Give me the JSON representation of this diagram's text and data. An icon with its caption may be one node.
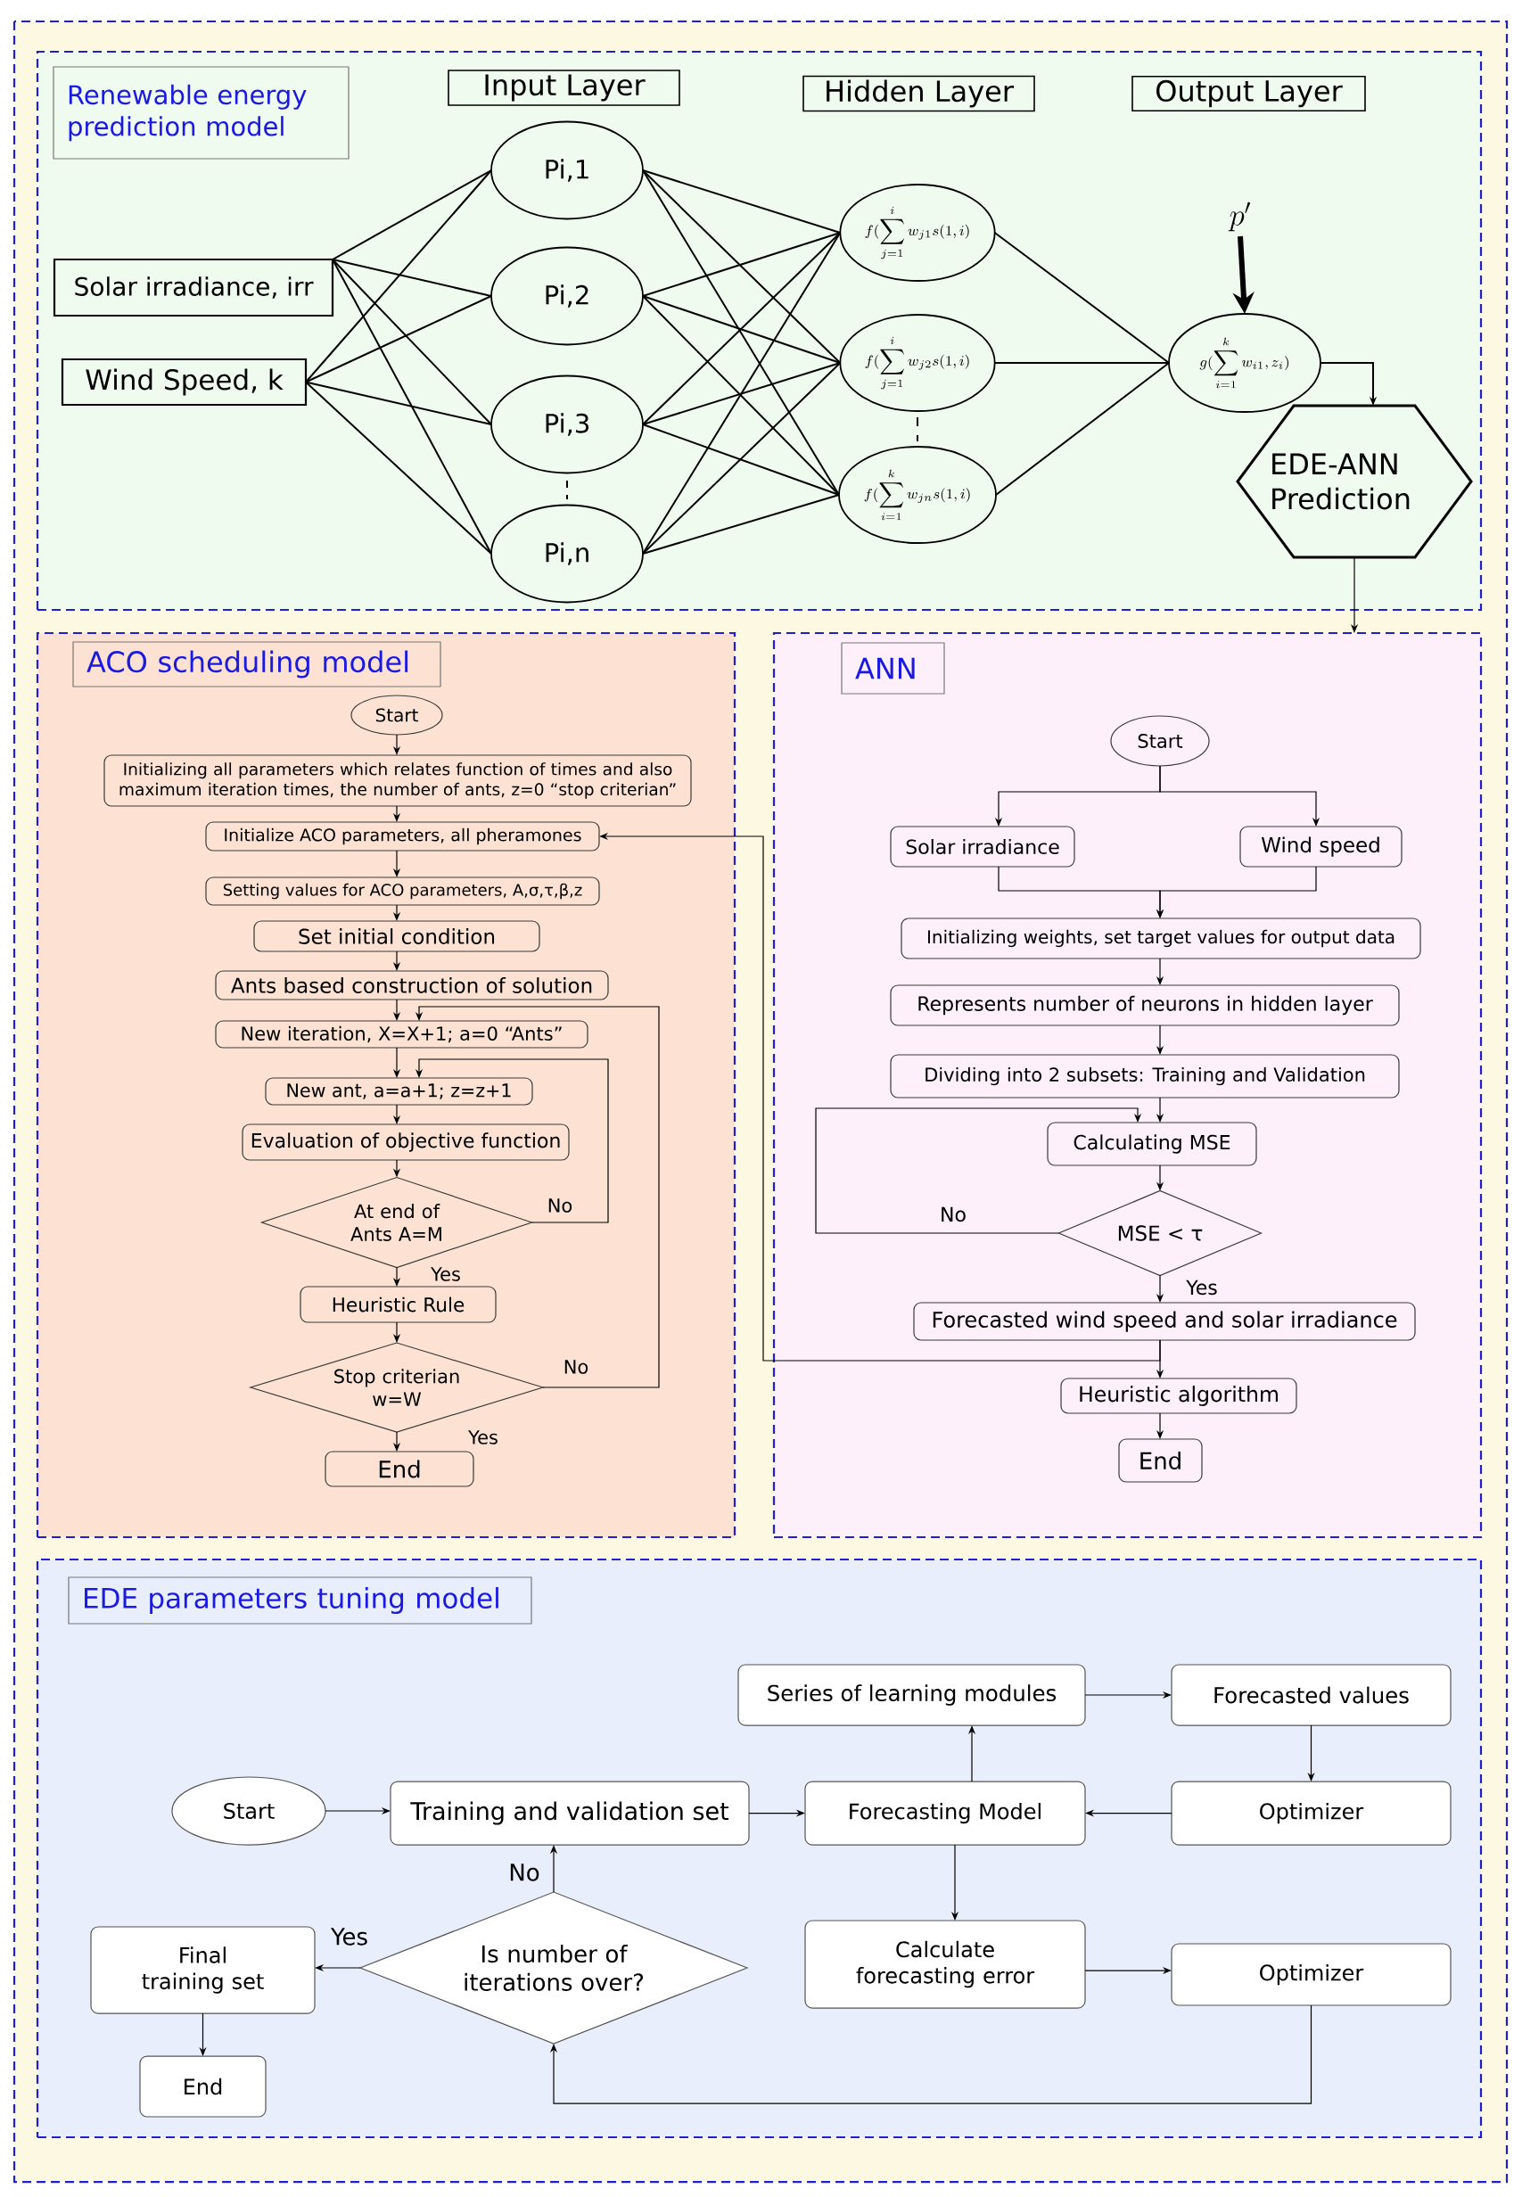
{
  "diagram": {
    "nodes": [
      {
        "text": [
          "Renewable energy prediction model"
        ]
      },
      {
        "text": [
          "Input Layer"
        ],
        "in": 0
      },
      {
        "text": [
          "Hidden Layer"
        ],
        "in": 0
      },
      {
        "text": [
          "Output Layer"
        ],
        "in": 0
      },
      {
        "text": [
          "Solar irradiance, irr"
        ],
        "in": 0
      },
      {
        "text": [
          "Wind Speed, k"
        ],
        "in": 0
      },
      {
        "text": [
          "Pi,1"
        ],
        "in": 0
      },
      {
        "text": [
          "Pi,2"
        ],
        "in": 0
      },
      {
        "text": [
          "Pi,3"
        ],
        "in": 0
      },
      {
        "text": [
          "Pi,n"
        ],
        "in": 0
      },
      {
        "text": [
          "f(\\sum_{j=1}^{i} w_{j1}s(1,i)"
        ],
        "in": 0
      },
      {
        "text": [
          "f(\\sum_{j=1}^{i} w_{j2}s(1,i)"
        ],
        "in": 0
      },
      {
        "text": [
          "f(\\sum_{i=1}^{k} w_{jn}s(1,i)"
        ],
        "in": 0
      },
      {
        "text": [
          "p'"
        ],
        "in": 0
      },
      {
        "text": [
          "g(\\sum_{i=1}^{k} w_{i1}, z_i)"
        ],
        "in": 0
      },
      {
        "text": [
          "EDE-ANN Prediction"
        ],
        "in": 0
      },
      {
        "text": [
          "ACO scheduling model"
        ]
      },
      {
        "text": [
          "Start"
        ],
        "in": 16
      },
      {
        "text": [
          "Initializing all parameters which relates function of times and also maximum iteration times, the number of ants, z=0 “stop criterian”"
        ],
        "in": 16
      },
      {
        "text": [
          "Initialize ACO parameters, all pheramones"
        ],
        "in": 16
      },
      {
        "text": [
          "Setting values for ACO parameters, A,σ,τ,β,z"
        ],
        "in": 16
      },
      {
        "text": [
          "Set initial condition"
        ],
        "in": 16
      },
      {
        "text": [
          "Ants based construction of solution"
        ],
        "in": 16
      },
      {
        "text": [
          "New iteration, X=X+1; a=0 “Ants”"
        ],
        "in": 16
      },
      {
        "text": [
          "New ant, a=a+1; z=z+1"
        ],
        "in": 16
      },
      {
        "text": [
          "Evaluation of objective function"
        ],
        "in": 16
      },
      {
        "text": [
          "At end of Ants A=M"
        ],
        "in": 16
      },
      {
        "text": [
          "Heuristic Rule"
        ],
        "in": 16
      },
      {
        "text": [
          "Stop criterian w=W"
        ],
        "in": 16
      },
      {
        "text": [
          "End"
        ],
        "in": 16
      },
      {
        "text": [
          "ANN"
        ]
      },
      {
        "text": [
          "Start"
        ],
        "in": 30
      },
      {
        "text": [
          "Solar irradiance"
        ],
        "in": 30
      },
      {
        "text": [
          "Wind speed"
        ],
        "in": 30
      },
      {
        "text": [
          "Initializing weights, set target values for output data"
        ],
        "in": 30
      },
      {
        "text": [
          "Represents number of neurons in hidden layer"
        ],
        "in": 30
      },
      {
        "text": [
          "Dividing into 2 subsets: Training and Validation"
        ],
        "in": 30
      },
      {
        "text": [
          "Calculating MSE"
        ],
        "in": 30
      },
      {
        "text": [
          "MSE < τ"
        ],
        "in": 30
      },
      {
        "text": [
          "Forecasted wind speed and solar irradiance"
        ],
        "in": 30
      },
      {
        "text": [
          "Heuristic algorithm"
        ],
        "in": 30
      },
      {
        "text": [
          "End"
        ],
        "in": 30
      },
      {
        "text": [
          "EDE parameters tuning model"
        ]
      },
      {
        "text": [
          "Series of learning modules"
        ],
        "in": 42
      },
      {
        "text": [
          "Forecasted values"
        ],
        "in": 42
      },
      {
        "text": [
          "Start"
        ],
        "in": 42
      },
      {
        "text": [
          "Training and validation set"
        ],
        "in": 42
      },
      {
        "text": [
          "Forecasting Model"
        ],
        "in": 42
      },
      {
        "text": [
          "Optimizer"
        ],
        "in": 42
      },
      {
        "text": [
          "Final training set"
        ],
        "in": 42
      },
      {
        "text": [
          "Is number of iterations over?"
        ],
        "in": 42
      },
      {
        "text": [
          "Calculate forecasting error"
        ],
        "in": 42
      },
      {
        "text": [
          "Optimizer"
        ],
        "in": 42
      },
      {
        "text": [
          "End"
        ],
        "in": 42
      }
    ],
    "edges": [
      {
        "from": 4,
        "to": 6,
        "arrow": "none"
      },
      {
        "from": 4,
        "to": 7,
        "arrow": "none"
      },
      {
        "from": 4,
        "to": 8,
        "arrow": "none"
      },
      {
        "from": 4,
        "to": 9,
        "arrow": "none"
      },
      {
        "from": 5,
        "to": 6,
        "arrow": "none"
      },
      {
        "from": 5,
        "to": 7,
        "arrow": "none"
      },
      {
        "from": 5,
        "to": 8,
        "arrow": "none"
      },
      {
        "from": 5,
        "to": 9,
        "arrow": "none"
      },
      {
        "from": 6,
        "to": 10,
        "arrow": "none"
      },
      {
        "from": 6,
        "to": 11,
        "arrow": "none"
      },
      {
        "from": 6,
        "to": 12,
        "arrow": "none"
      },
      {
        "from": 7,
        "to": 10,
        "arrow": "none"
      },
      {
        "from": 7,
        "to": 11,
        "arrow": "none"
      },
      {
        "from": 7,
        "to": 12,
        "arrow": "none"
      },
      {
        "from": 8,
        "to": 10,
        "arrow": "none"
      },
      {
        "from": 8,
        "to": 11,
        "arrow": "none"
      },
      {
        "from": 8,
        "to": 12,
        "arrow": "none"
      },
      {
        "from": 9,
        "to": 10,
        "arrow": "none"
      },
      {
        "from": 9,
        "to": 11,
        "arrow": "none"
      },
      {
        "from": 9,
        "to": 12,
        "arrow": "none"
      },
      {
        "from": 10,
        "to": 14,
        "arrow": "none"
      },
      {
        "from": 11,
        "to": 14,
        "arrow": "none"
      },
      {
        "from": 12,
        "to": 14,
        "arrow": "none"
      },
      {
        "from": 13,
        "to": 14,
        "arrow": "to",
        "style": "thick"
      },
      {
        "from": 14,
        "to": 15,
        "arrow": "to"
      },
      {
        "from": 15,
        "to": 30,
        "arrow": "to"
      },
      {
        "from": 17,
        "to": 18,
        "arrow": "to"
      },
      {
        "from": 18,
        "to": 19,
        "arrow": "to"
      },
      {
        "from": 19,
        "to": 20,
        "arrow": "to"
      },
      {
        "from": 20,
        "to": 21,
        "arrow": "to"
      },
      {
        "from": 21,
        "to": 22,
        "arrow": "to"
      },
      {
        "from": 22,
        "to": 23,
        "arrow": "to"
      },
      {
        "from": 23,
        "to": 24,
        "arrow": "to"
      },
      {
        "from": 24,
        "to": 25,
        "arrow": "to"
      },
      {
        "from": 25,
        "to": 26,
        "arrow": "to"
      },
      {
        "from": 26,
        "to": 27,
        "arrow": "to",
        "label": "Yes"
      },
      {
        "from": 27,
        "to": 28,
        "arrow": "to"
      },
      {
        "from": 28,
        "to": 29,
        "arrow": "to",
        "label": "Yes"
      },
      {
        "from": 26,
        "to": 24,
        "arrow": "to",
        "label": "No"
      },
      {
        "from": 28,
        "to": 23,
        "arrow": "to",
        "label": "No"
      },
      {
        "from": 31,
        "to": 32,
        "arrow": "to"
      },
      {
        "from": 31,
        "to": 33,
        "arrow": "to"
      },
      {
        "from": 32,
        "to": 34,
        "arrow": "to"
      },
      {
        "from": 33,
        "to": 34,
        "arrow": "to"
      },
      {
        "from": 34,
        "to": 35,
        "arrow": "to"
      },
      {
        "from": 35,
        "to": 36,
        "arrow": "to"
      },
      {
        "from": 36,
        "to": 37,
        "arrow": "to"
      },
      {
        "from": 37,
        "to": 38,
        "arrow": "to"
      },
      {
        "from": 38,
        "to": 39,
        "arrow": "to",
        "label": "Yes"
      },
      {
        "from": 38,
        "to": 37,
        "arrow": "to",
        "label": "No"
      },
      {
        "from": 39,
        "to": 40,
        "arrow": "to"
      },
      {
        "from": 40,
        "to": 41,
        "arrow": "to"
      },
      {
        "from": 39,
        "to": 19,
        "arrow": "to"
      },
      {
        "from": 45,
        "to": 46,
        "arrow": "to"
      },
      {
        "from": 46,
        "to": 47,
        "arrow": "to"
      },
      {
        "from": 47,
        "to": 43,
        "arrow": "to"
      },
      {
        "from": 43,
        "to": 44,
        "arrow": "to"
      },
      {
        "from": 44,
        "to": 48,
        "arrow": "to"
      },
      {
        "from": 48,
        "to": 47,
        "arrow": "to"
      },
      {
        "from": 47,
        "to": 51,
        "arrow": "to"
      },
      {
        "from": 51,
        "to": 52,
        "arrow": "to"
      },
      {
        "from": 52,
        "to": 50,
        "arrow": "to"
      },
      {
        "from": 50,
        "to": 46,
        "arrow": "to",
        "label": "No"
      },
      {
        "from": 50,
        "to": 49,
        "arrow": "to",
        "label": "Yes"
      },
      {
        "from": 49,
        "to": 53,
        "arrow": "to"
      }
    ]
  }
}
